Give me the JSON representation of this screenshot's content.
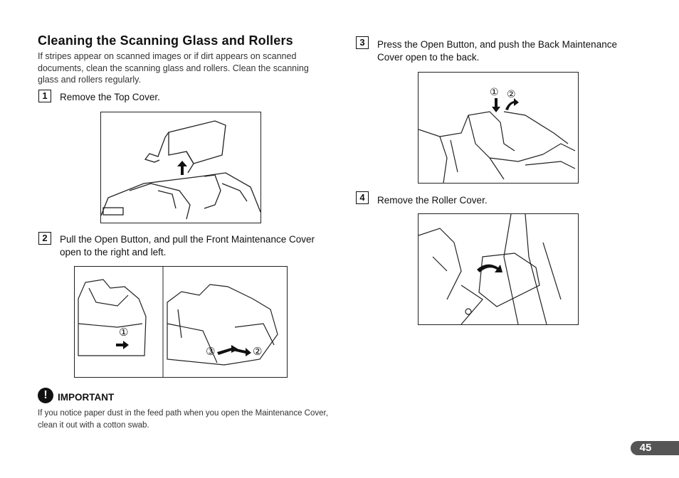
{
  "section": {
    "title": "Cleaning the Scanning Glass and Rollers",
    "intro": "If stripes appear on scanned images or if dirt appears on scanned documents, clean the scanning glass and rollers. Clean the scanning glass and rollers regularly."
  },
  "steps": [
    {
      "number": "1",
      "text": "Remove the Top Cover."
    },
    {
      "number": "2",
      "text": "Pull the Open Button, and pull the Front Maintenance Cover open to the right and left."
    },
    {
      "number": "3",
      "text": "Press the Open Button, and push the Back Maintenance Cover open to the back."
    },
    {
      "number": "4",
      "text": "Remove the Roller Cover."
    }
  ],
  "callouts": {
    "one": "①",
    "two": "②",
    "three": "③"
  },
  "important": {
    "label": "IMPORTANT",
    "text": "If you notice paper dust in the feed path when you open the Maintenance Cover, clean it out with a cotton swab."
  },
  "page": {
    "number": "45"
  }
}
